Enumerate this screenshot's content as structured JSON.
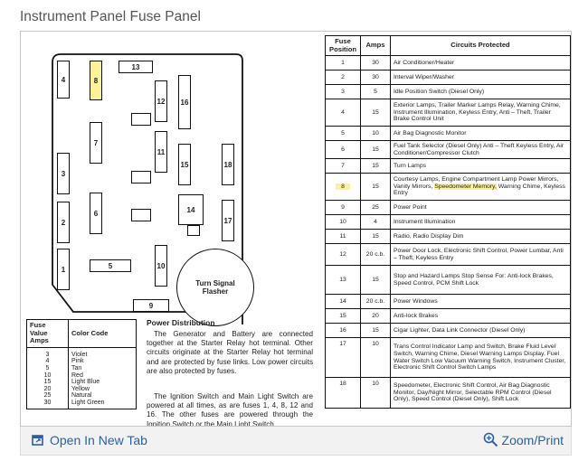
{
  "page_title": "Instrument Panel Fuse Panel",
  "panel_fuses": [
    {
      "id": "p4",
      "label": "4",
      "highlight": false
    },
    {
      "id": "p8",
      "label": "8",
      "highlight": true
    },
    {
      "id": "p13",
      "label": "13",
      "highlight": false
    },
    {
      "id": "p16",
      "label": "16",
      "highlight": false
    },
    {
      "id": "p12",
      "label": "12",
      "highlight": false
    },
    {
      "id": "p7",
      "label": "7",
      "highlight": false
    },
    {
      "id": "p11",
      "label": "11",
      "highlight": false
    },
    {
      "id": "p15",
      "label": "15",
      "highlight": false
    },
    {
      "id": "p18",
      "label": "18",
      "highlight": false
    },
    {
      "id": "p3",
      "label": "3",
      "highlight": false
    },
    {
      "id": "p2",
      "label": "2",
      "highlight": false
    },
    {
      "id": "p6",
      "label": "6",
      "highlight": false
    },
    {
      "id": "p14",
      "label": "14",
      "highlight": false
    },
    {
      "id": "p17",
      "label": "17",
      "highlight": false
    },
    {
      "id": "p1",
      "label": "1",
      "highlight": false
    },
    {
      "id": "p5",
      "label": "5",
      "highlight": false
    },
    {
      "id": "p10",
      "label": "10",
      "highlight": false
    },
    {
      "id": "p9",
      "label": "9",
      "highlight": false
    }
  ],
  "flasher_label": "Turn Signal Flasher",
  "color_code": {
    "header_amps": "Fuse Value Amps",
    "header_color": "Color Code",
    "rows": [
      {
        "amps": "3",
        "color": "Violet"
      },
      {
        "amps": "4",
        "color": "Pink"
      },
      {
        "amps": "5",
        "color": "Tan"
      },
      {
        "amps": "10",
        "color": "Red"
      },
      {
        "amps": "15",
        "color": "Light Blue"
      },
      {
        "amps": "20",
        "color": "Yellow"
      },
      {
        "amps": "25",
        "color": "Natural"
      },
      {
        "amps": "30",
        "color": "Light Green"
      }
    ]
  },
  "power_distribution": {
    "heading": "Power Distribution",
    "para1": "The Generator and Battery are connected together at the Starter Relay hot terminal. Other circuits originate at the Starter Relay hot terminal and are protected by fuse links. Low power circuits are also protected by fuses.",
    "para2": "The Ignition Switch and Main Light Switch are powered at all times, as are fuses 1, 4, 8, 12 and 16. The other fuses are powered through the Ignition Switch or the Main Light Switch."
  },
  "circuit_table": {
    "header_position": "Fuse Position",
    "header_amps": "Amps",
    "header_circuits": "Circuits Protected",
    "rows": [
      {
        "position": "1",
        "amps": "30",
        "circuits": "Air Conditioner/Heater",
        "highlight": false
      },
      {
        "position": "2",
        "amps": "30",
        "circuits": "Interval Wiper/Washer",
        "highlight": false
      },
      {
        "position": "3",
        "amps": "5",
        "circuits": "Idle Position Switch (Diesel Only)",
        "highlight": false
      },
      {
        "position": "4",
        "amps": "15",
        "circuits": "Exterior Lamps, Trailer Marker Lamps Relay, Warning Chime, Instrument Illumination, Keyless Entry, Anti – Theft, Trailer Brake Control Unit",
        "highlight": false
      },
      {
        "position": "5",
        "amps": "10",
        "circuits": "Air Bag Diagnostic Monitor",
        "highlight": false
      },
      {
        "position": "6",
        "amps": "15",
        "circuits": "Fuel Tank Selector (Diesel Only) Anti – Theft Keyless Entry, Air Conditioner/Compressor Clutch",
        "highlight": false
      },
      {
        "position": "7",
        "amps": "15",
        "circuits": "Turn Lamps",
        "highlight": false
      },
      {
        "position": "8",
        "amps": "15",
        "circuits_before": "Courtesy Lamps, Engine Compartment Lamp Power Mirrors, Vanity Mirrors, ",
        "circuits_highlight": "Speedometer Memory,",
        "circuits_after": " Warning Chime, Keyless Entry",
        "highlight": true
      },
      {
        "position": "9",
        "amps": "25",
        "circuits": "Power Point",
        "highlight": false
      },
      {
        "position": "10",
        "amps": "4",
        "circuits": "Instrument Illumination",
        "highlight": false
      },
      {
        "position": "11",
        "amps": "15",
        "circuits": "Radio, Radio Display Dim",
        "highlight": false
      },
      {
        "position": "12",
        "amps": "20 c.b.",
        "circuits": "Power Door Lock, Electronic Shift Control, Power Lumbar, Anti – Theft, Keyless Entry",
        "highlight": false
      },
      {
        "position": "13",
        "amps": "15",
        "circuits": "Stop and Hazard Lamps Stop Sense For: Anti-lock Brakes, Speed Control, PCM Shift Lock",
        "highlight": false
      },
      {
        "position": "14",
        "amps": "20 c.b.",
        "circuits": "Power Windows",
        "highlight": false
      },
      {
        "position": "15",
        "amps": "20",
        "circuits": "Anti-lock Brakes",
        "highlight": false
      },
      {
        "position": "16",
        "amps": "15",
        "circuits": "Cigar Lighter, Data Link Connector (Diesel Only)",
        "highlight": false
      },
      {
        "position": "17",
        "amps": "10",
        "circuits": "Trans Control Indicator Lamp and Switch, Brake Fluid Level Switch, Warning Chime, Diesel Warning Lamps Display, Fuel Water Switch Low Vacuum Warning Switch, Instrument Cluster, Electronic Shift Control Switch Lamps",
        "highlight": false
      },
      {
        "position": "18",
        "amps": "10",
        "circuits": "Speedometer, Electronic Shift Control, Air Bag Diagnostic Monitor, Day/Night Mirror, Selectable RPM Control (Diesel Only), Speed Control (Diesel Only), Shift Lock",
        "highlight": false
      }
    ]
  },
  "bottom_bar": {
    "open_tab_label": "Open In New Tab",
    "zoom_label": "Zoom/Print",
    "link_color": "#2b5fa5"
  },
  "colors": {
    "highlight": "#fbf29a"
  }
}
